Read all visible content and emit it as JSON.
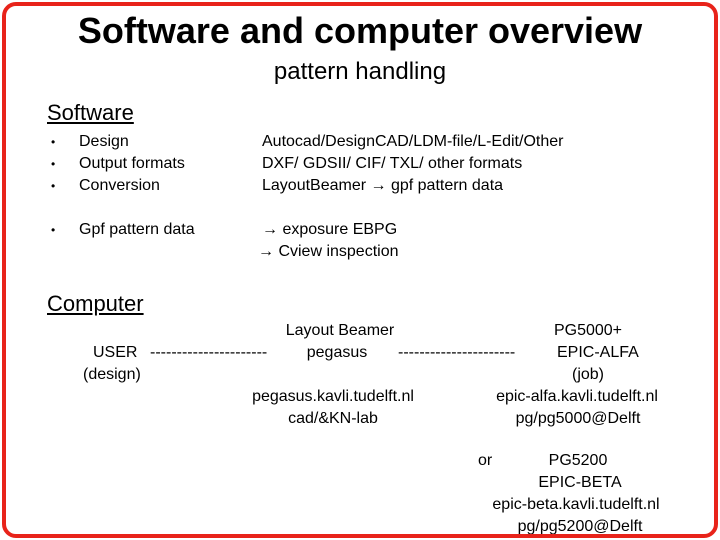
{
  "slide": {
    "title": "Software and computer overview",
    "subtitle": "pattern handling",
    "accent_border_color": "#e8231a"
  },
  "glyphs": {
    "bullet": "•"
  },
  "software": {
    "heading": "Software",
    "bullets": [
      {
        "label": "Design",
        "value": "Autocad/DesignCAD/LDM-file/L-Edit/Other"
      },
      {
        "label": "Output formats",
        "value": "DXF/ GDSII/ CIF/ TXL/ other formats"
      },
      {
        "label": "Conversion",
        "value": "LayoutBeamer → gpf pattern data"
      },
      {
        "label": "Gpf pattern data",
        "lines": [
          "→ exposure EBPG",
          "→ Cview inspection"
        ]
      }
    ]
  },
  "computer": {
    "heading": "Computer",
    "layout_beamer_label": "Layout Beamer",
    "pg5000_label": "PG5000+",
    "user_label": "USER",
    "dashes1": "----------------------",
    "pegasus_label": "pegasus",
    "dashes2": "----------------------",
    "epic_alfa_label": "EPIC-ALFA",
    "design_label": "(design)",
    "job_label": "(job)",
    "pegasus_host": "pegasus.kavli.tudelft.nl",
    "pegasus_account": "cad/&KN-lab",
    "epic_alfa_host": "epic-alfa.kavli.tudelft.nl",
    "epic_alfa_account": "pg/pg5000@Delft",
    "alternative": {
      "or_label": "or",
      "pg5200_label": "PG5200",
      "epic_beta_label": "EPIC-BETA",
      "epic_beta_host": "epic-beta.kavli.tudelft.nl",
      "epic_beta_account": "pg/pg5200@Delft"
    }
  }
}
